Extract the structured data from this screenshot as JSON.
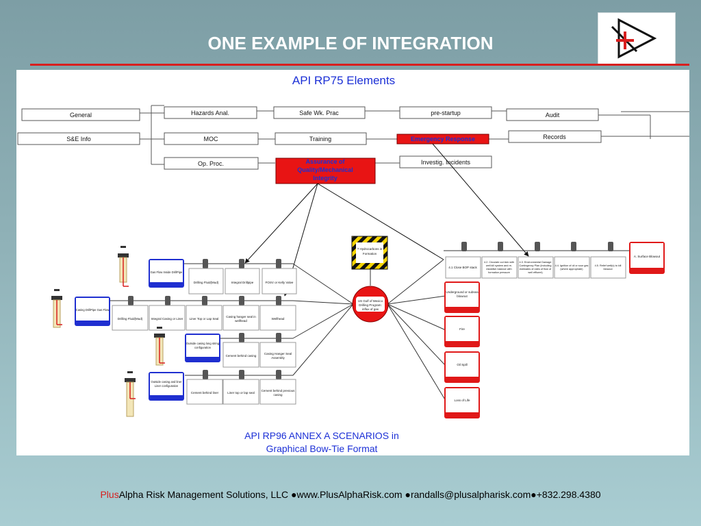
{
  "slide": {
    "title": "ONE EXAMPLE OF INTEGRATION"
  },
  "footer": {
    "brand_plus": "Plus",
    "brand_rest": "Alpha Risk",
    "company": " Management Solutions, LLC ",
    "website": "www.PlusAlphaRisk.com",
    "email": "randalls@plusalpharisk.com",
    "phone": "+832.298.4380",
    "bullet": "●"
  },
  "colors": {
    "accent_red": "#d81e1e",
    "barrier_blue": "#1f2fd0",
    "consequence_red": "#e01818"
  },
  "logo": {
    "icon": "plus-alpha-triangle-logo"
  },
  "diagram": {
    "top_title": "API RP75 Elements",
    "bottom_title_line1": "API RP96 ANNEX A SCENARIOS in",
    "bottom_title_line2": "Graphical Bow-Tie Format",
    "rp75_elements": {
      "general": "General",
      "se_info": "S&E Info",
      "hazards": "Hazards Anal.",
      "moc": "MOC",
      "op_proc": "Op. Proc.",
      "safe_wk": "Safe Wk. Prac",
      "training": "Training",
      "aqmi_1": "Assurance of",
      "aqmi_2": "Quality/Mechanical",
      "aqmi_3": "Integrity",
      "prestartup": "pre-startup",
      "emergency": "Emergency Response",
      "investig": "Investig. Incidents",
      "audit": "Audit",
      "records": "Records"
    },
    "hazard": {
      "line1": "? Hydrocarbons in",
      "line2": "Formation"
    },
    "top_event": {
      "line1": "US Gulf of Mexico",
      "line2": "Drilling Program:",
      "line3": "influx of gas"
    },
    "threats": {
      "t1_1": "Gas Flow Inside DrillPipe",
      "t2_1": "Casing DrillPipe Gas Flow",
      "t3_1": "Outside casing long string",
      "t3_2": "configuration",
      "t4_1": "Outside casing and liner",
      "t4_2": "Liner configuration"
    },
    "barriers": {
      "r1a": "Drilling Fluid(Mud)",
      "r1b": "Integral Drillpipe",
      "r1c": "FOSV or Kelly Valve",
      "r2a": "Drilling Fluid(Mud)",
      "r2b": "Integral Casing or Liner",
      "r2c": "Liner Top or Lap Seal",
      "r2d_1": "Casing hanger seal in",
      "r2d_2": "wellhead",
      "r2e": "Wellhead",
      "r3a": "Cement behind casing",
      "r3b_1": "Casing Hanger Seal",
      "r3b_2": "Assembly",
      "r4a": "Cement behind liner",
      "r4b": "Liner top or lap seal",
      "r4c_1": "Cement behind previous",
      "r4c_2": "casing",
      "m1": "4.1 Close BOP stack",
      "m2_1": "4.2. Circulate out kick with",
      "m2_2": "well kill system and re-",
      "m2_3": "establish balance with",
      "m2_4": "formation pressure",
      "m3_1": "4.3. Environmental Damage",
      "m3_2": "Contingency Plan (including",
      "m3_3": "estimates of rates of flow of",
      "m3_4": "well effluent)",
      "m4_1": "4.4. Ignition of oil or sour gas",
      "m4_2": "(where appropriate)",
      "m5_1": "4.5. Relief well(s) to kill",
      "m5_2": "blowout"
    },
    "consequences": {
      "c1": "A. Surface Blowout",
      "c2_1": "Underground or subsea",
      "c2_2": "blowout",
      "c3": "Fire",
      "c4": "Oil Spill",
      "c5": "Loss of Life"
    }
  }
}
